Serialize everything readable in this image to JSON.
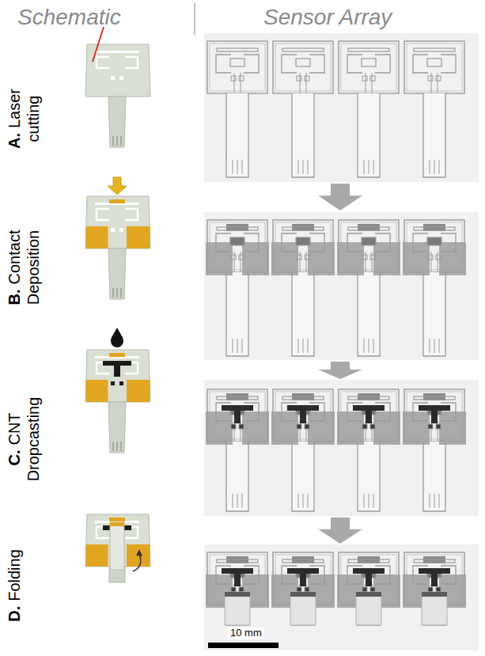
{
  "diagram": {
    "labels": [
      "Schematic",
      "Sensor Array",
      "A.",
      "Laser cutting",
      "B.",
      "Contact Deposition",
      "C.",
      "CNT Dropcasting",
      "D.",
      "Folding",
      "10 mm"
    ]
  }
}
